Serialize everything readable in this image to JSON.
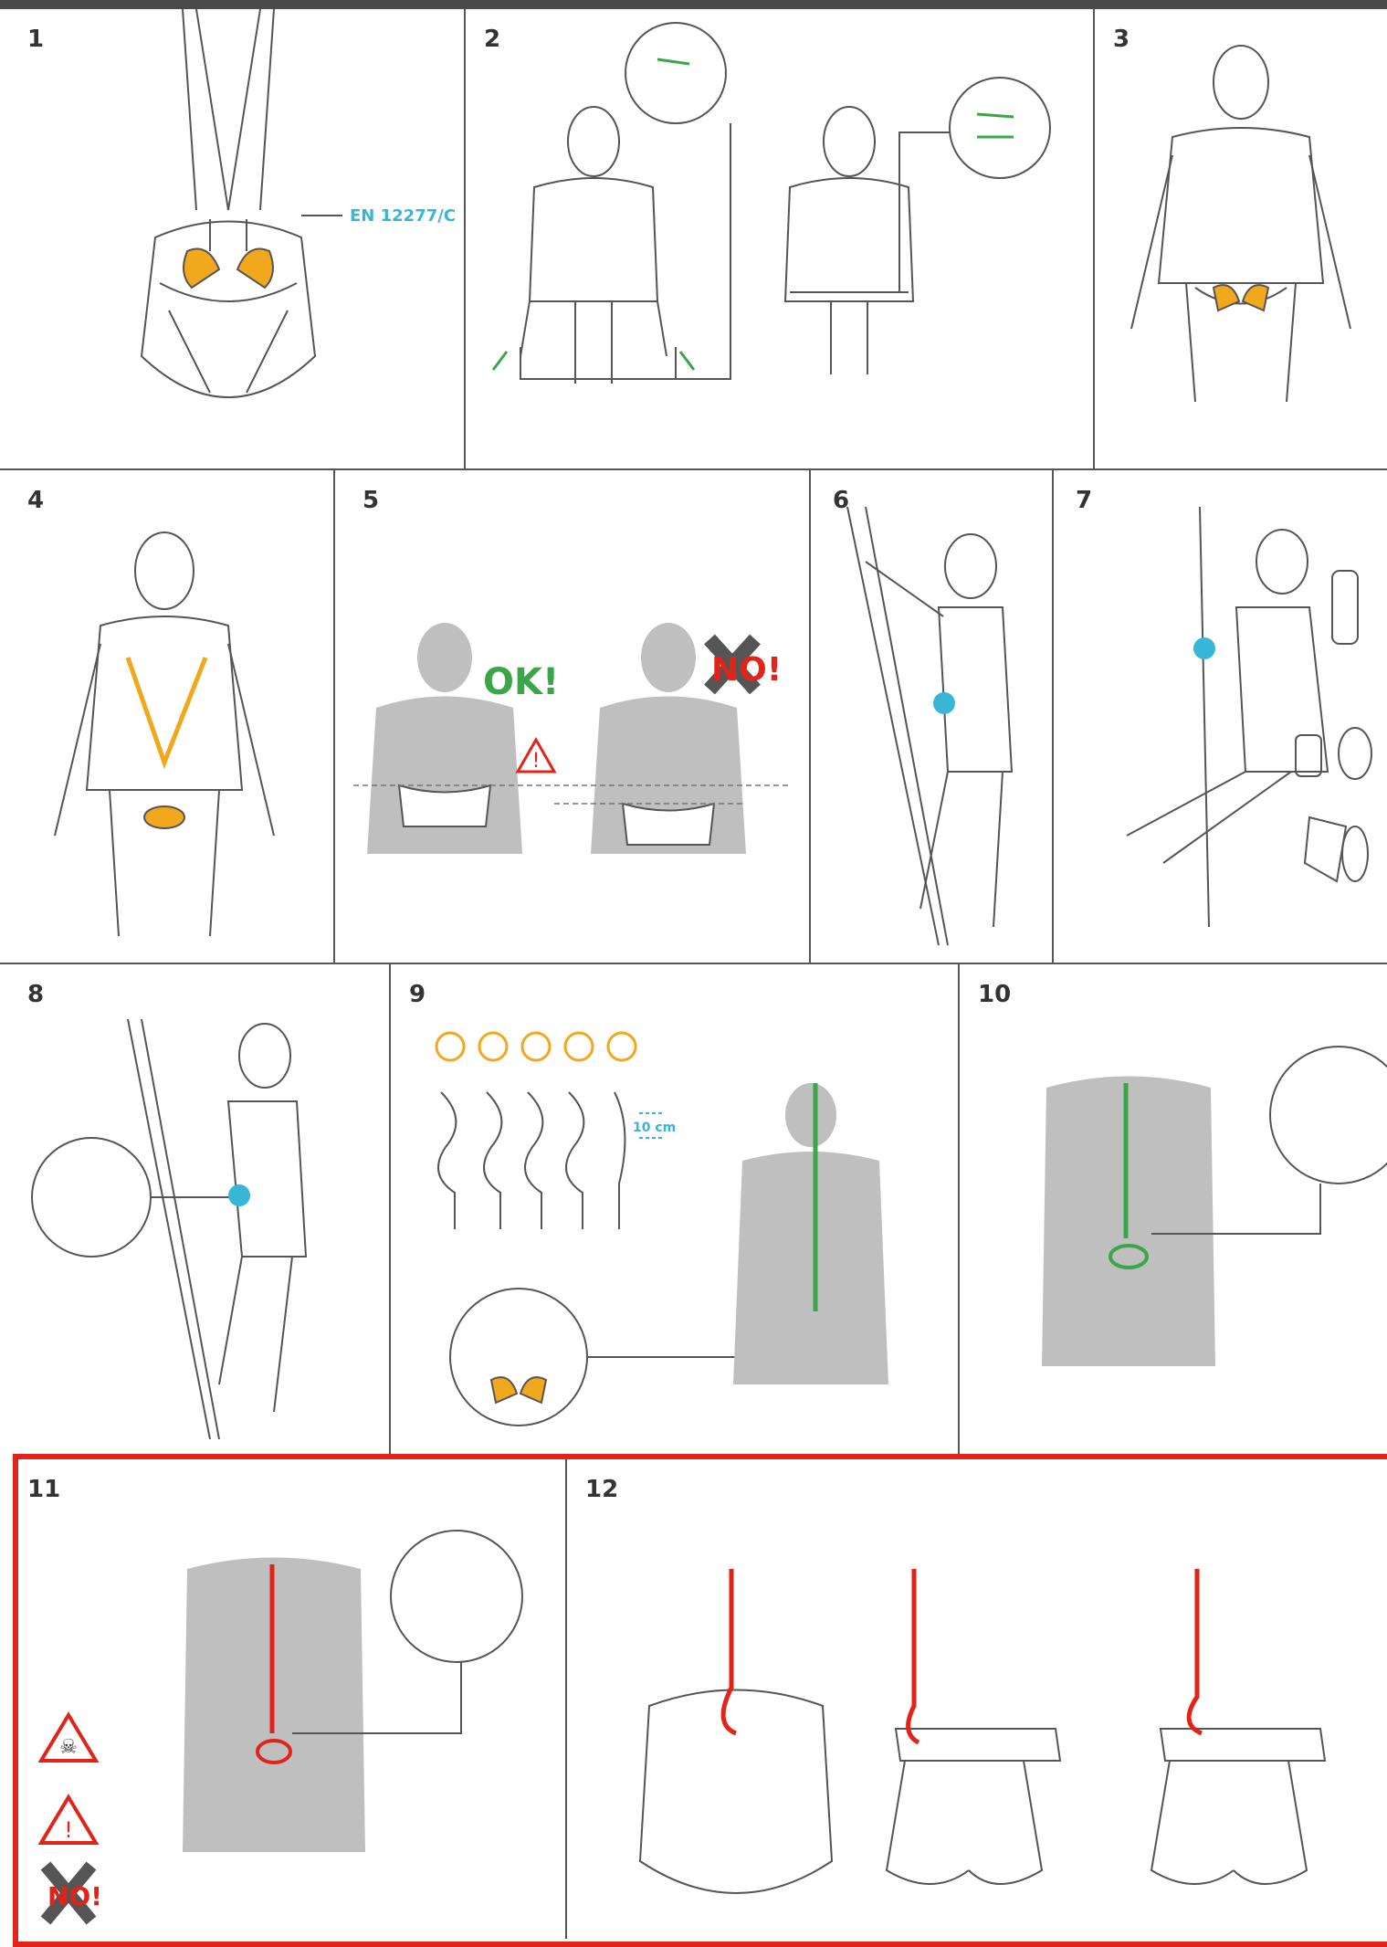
{
  "panels": [
    {
      "num": "1"
    },
    {
      "num": "2"
    },
    {
      "num": "3"
    },
    {
      "num": "4"
    },
    {
      "num": "5"
    },
    {
      "num": "6"
    },
    {
      "num": "7"
    },
    {
      "num": "8"
    },
    {
      "num": "9"
    },
    {
      "num": "10"
    },
    {
      "num": "11"
    },
    {
      "num": "12"
    }
  ],
  "labels": {
    "standard": "EN 12277/C",
    "ok": "OK!",
    "no": "NO!",
    "distance": "10 cm"
  },
  "colors": {
    "orange": "#f2a81d",
    "green": "#3aa648",
    "cyan": "#38b6d8",
    "red": "#e2231a",
    "grey": "#bfbfbf",
    "line": "#555555"
  }
}
